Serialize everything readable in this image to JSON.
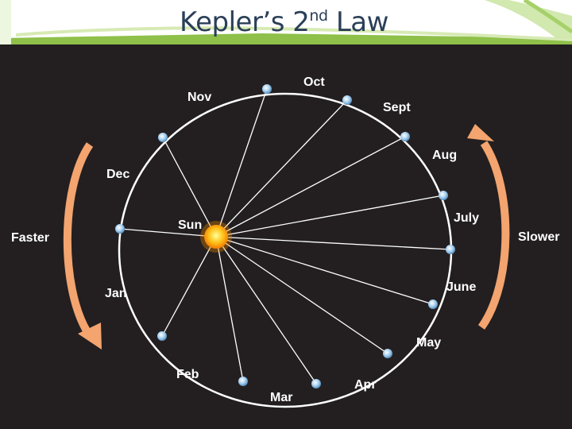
{
  "title": {
    "main": "Kepler’s 2",
    "sup": "nd",
    "rest": " Law"
  },
  "sun": {
    "label": "Sun"
  },
  "months": [
    "Oct",
    "Sept",
    "Aug",
    "July",
    "June",
    "May",
    "Apr",
    "Mar",
    "Feb",
    "Jan",
    "Dec",
    "Nov"
  ],
  "arrows": {
    "left": "Faster",
    "right": "Slower"
  },
  "colors": {
    "background": "#231f20",
    "orbit": "#ffffff",
    "arrow": "#f3a46f",
    "sun": "#ffb400",
    "planet": "#a7cfee",
    "title": "#2a3f58"
  }
}
